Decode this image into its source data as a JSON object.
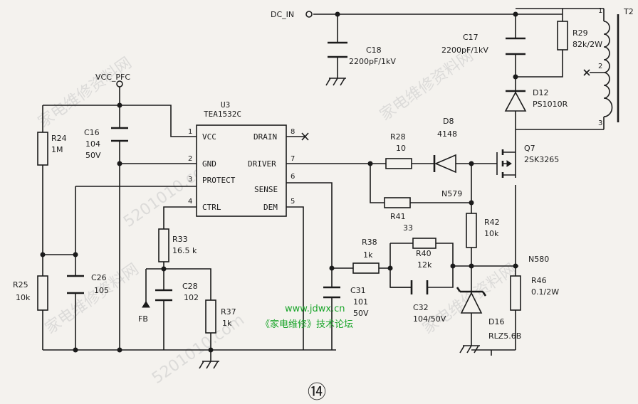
{
  "net_labels": {
    "dc_in": "DC_IN",
    "vcc_pfc": "VCC_PFC",
    "fb": "FB",
    "n579": "N579",
    "n580": "N580"
  },
  "ic": {
    "ref": "U3",
    "part": "TEA1532C",
    "pins": {
      "vcc": "VCC",
      "gnd": "GND",
      "protect": "PROTECT",
      "ctrl": "CTRL",
      "drain": "DRAIN",
      "driver": "DRIVER",
      "sense": "SENSE",
      "dem": "DEM"
    },
    "nums": {
      "p1": "1",
      "p2": "2",
      "p3": "3",
      "p4": "4",
      "p5": "5",
      "p6": "6",
      "p7": "7",
      "p8": "8"
    }
  },
  "parts": {
    "r24": {
      "ref": "R24",
      "val": "1M"
    },
    "c16": {
      "ref": "C16",
      "v1": "104",
      "v2": "50V"
    },
    "r25": {
      "ref": "R25",
      "val": "10k"
    },
    "c26": {
      "ref": "C26",
      "val": "105"
    },
    "r33": {
      "ref": "R33",
      "val": "16.5 k"
    },
    "c28": {
      "ref": "C28",
      "val": "102"
    },
    "r37": {
      "ref": "R37",
      "val": "1k"
    },
    "c18": {
      "ref": "C18",
      "val": "2200pF/1kV"
    },
    "c17": {
      "ref": "C17",
      "val": "2200pF/1kV"
    },
    "r29": {
      "ref": "R29",
      "val": "82k/2W"
    },
    "d12": {
      "ref": "D12",
      "val": "PS1010R"
    },
    "t2": {
      "ref": "T2",
      "p1": "1",
      "p2": "2",
      "p3": "3"
    },
    "d8": {
      "ref": "D8",
      "val": "4148"
    },
    "r28": {
      "ref": "R28",
      "val": "10"
    },
    "q7": {
      "ref": "Q7",
      "val": "2SK3265"
    },
    "r41": {
      "ref": "R41",
      "val": "33"
    },
    "r42": {
      "ref": "R42",
      "val": "10k"
    },
    "r38": {
      "ref": "R38",
      "val": "1k"
    },
    "r40": {
      "ref": "R40",
      "val": "12k"
    },
    "c31": {
      "ref": "C31",
      "v1": "101",
      "v2": "50V"
    },
    "c32": {
      "ref": "C32",
      "val": "104/50V"
    },
    "r46": {
      "ref": "R46",
      "val": "0.1/2W"
    },
    "d16": {
      "ref": "D16",
      "val": "RLZ5.6B"
    }
  },
  "watermark": {
    "url": "www.jdwx.cn",
    "forum": "《家电维修》技术论坛",
    "site": "5201010.com",
    "site_cn": "家电维修资料网"
  },
  "figure_number": "⑭",
  "colors": {
    "ink": "#1b1b1b",
    "paper": "#f4f2ee",
    "watermark_green": "#1aa52a"
  }
}
